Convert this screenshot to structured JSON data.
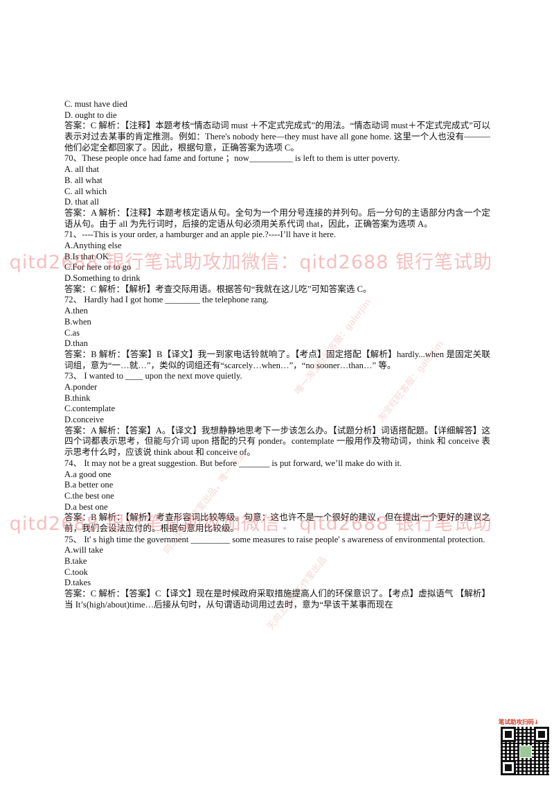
{
  "lines": [
    {
      "text": "C. must have died"
    },
    {
      "text": "D. ought to die"
    },
    {
      "text": "答案：C 解析：【注释】本题考核“情态动词 must ＋不定式完成式”的用法。“情态动词 must＋不定式完成式”可以表示对过去某事的肯定推测。例如：There's nobody here—they must have all gone home. 这里一个人也没有———他们必定全都回家了。因此，根据句意，正确答案为选项 C。",
      "wrap": true
    },
    {
      "text": "70、These people once had fame and fortune ；now__________ is left to them is utter poverty."
    },
    {
      "text": "A. all that"
    },
    {
      "text": "B. all what"
    },
    {
      "text": "C. all which"
    },
    {
      "text": "D. that all"
    },
    {
      "text": "答案：A 解析：【注释】本题考核定语从句。全句为一个用分号连接的并列句。后一分句的主语部分内含一个定语从句。由于 all 为先行词时，后接的定语从句必须用关系代词 that，因此，正确答案为选项 A。",
      "wrap": true
    },
    {
      "text": "71、----This is your order, a hamburger and an apple pie.?----I’ll have it here."
    },
    {
      "text": "A.Anything else"
    },
    {
      "text": "B.Is that OK"
    },
    {
      "text": "C.For here or to go"
    },
    {
      "text": "D.Something to drink"
    },
    {
      "text": "答案：C 解析：【解析】考查交际用语。根据答句“我就在这儿吃”可知答案选 C。"
    },
    {
      "text": "72、 Hardly had I got home ________ the telephone rang."
    },
    {
      "text": "A.then"
    },
    {
      "text": "B.when"
    },
    {
      "text": "C.as"
    },
    {
      "text": "D.than"
    },
    {
      "text": "答案：B 解析：【答案】B【译文】我一到家电话铃就响了。【考点】固定搭配【解析】hardly...when 是固定关联词组，意为“一…就…”，类似的词组还有“scarcely…when…”，“no sooner…than…” 等。",
      "wrap": true
    },
    {
      "text": "73、 I wanted to ____ upon the next move quietly."
    },
    {
      "text": "A.ponder"
    },
    {
      "text": "B.think"
    },
    {
      "text": "C.contemplate"
    },
    {
      "text": "D.conceive"
    },
    {
      "text": "答案：A 解析：【答案】A。【译文】我想静静地思考下一步该怎么办。【试题分析】词语搭配题。【详细解答】这四个词都表示思考，但能与介词 upon 搭配的只有 ponder。contemplate 一般用作及物动词，think 和 conceive 表示思考什么时，应该说 think about 和 conceive of。",
      "wrap": true
    },
    {
      "text": "74、 It may not be a great suggestion. But before _______ is put forward, we’ll make do with it."
    },
    {
      "text": "A.a good one"
    },
    {
      "text": "B.a better one"
    },
    {
      "text": "C.the best one"
    },
    {
      "text": "D.a best one"
    },
    {
      "text": "答案：B 解析：【解析】考查形容词比较等级。句意：这也许不是一个很好的建议，但在提出一个更好的建议之前，我们会设法应付的。根据句意用比较级。",
      "wrap": true
    },
    {
      "text": "75、 It' s high time the government _________ some measures to raise people' s awareness of environmental protection.",
      "wrap": true
    },
    {
      "text": "A.will take"
    },
    {
      "text": "B.take"
    },
    {
      "text": "C.took"
    },
    {
      "text": "D.takes"
    },
    {
      "text": "答案：C 解析：【答案】C【译文】现在是时候政府采取措施提高人们的环保意识了。【考点】虚拟语气 【解析】当 It’s(high/about)time…后接从句时，从句谓语动词用过去时，意为“早该干某事而现在",
      "wrap": true
    }
  ],
  "watermarks": {
    "band_text": ": qitd2688   银行笔试助攻加微信：qitd2688   银行笔试助",
    "diag_1": "唯一淘宝旺旺客服：galerjim",
    "diag_2": "淘宝旺旺客服：galerjim",
    "diag_3": "向上求职工作室出品，唯一淘宝",
    "diag_4": "天向上求职工作室出品"
  },
  "qr": {
    "caption": "笔试助攻扫码↓"
  }
}
